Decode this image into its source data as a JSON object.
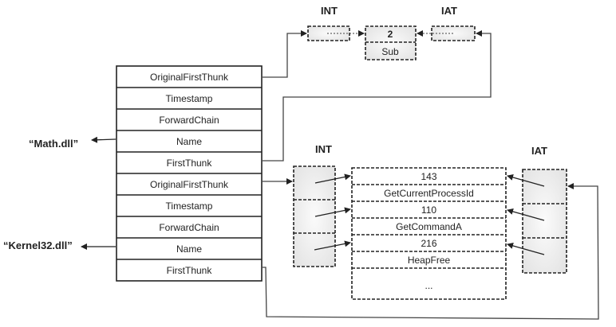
{
  "import_descriptors": [
    {
      "dll_name": "“Math.dll”",
      "fields": [
        "OriginalFirstThunk",
        "Timestamp",
        "ForwardChain",
        "Name",
        "FirstThunk"
      ]
    },
    {
      "dll_name": "“Kernel32.dll”",
      "fields": [
        "OriginalFirstThunk",
        "Timestamp",
        "ForwardChain",
        "Name",
        "FirstThunk"
      ]
    }
  ],
  "top_group": {
    "int_label": "INT",
    "iat_label": "IAT",
    "hint_name": {
      "hint": "2",
      "name": "Sub"
    }
  },
  "bottom_group": {
    "int_label": "INT",
    "iat_label": "IAT",
    "hint_name_table": [
      "143",
      "GetCurrentProcessId",
      "110",
      "GetCommandA",
      "216",
      "HeapFree",
      "..."
    ]
  }
}
